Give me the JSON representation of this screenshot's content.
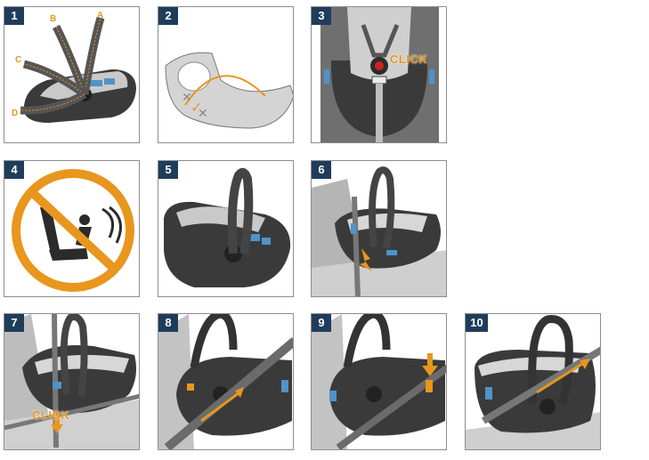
{
  "colors": {
    "badge": "#1f3d5b",
    "accent": "#e8961e",
    "seat_dark": "#3a3a3a",
    "seat_mid": "#707070",
    "seat_light": "#c9c9c9",
    "clip_blue": "#4f93c9",
    "border": "#8d8d8d"
  },
  "steps": [
    {
      "number": "1",
      "labels": [
        "A",
        "B",
        "C",
        "D"
      ]
    },
    {
      "number": "2"
    },
    {
      "number": "3",
      "callout": "CLICK"
    },
    {
      "number": "4",
      "icon": "prohibited-airbag-icon"
    },
    {
      "number": "5"
    },
    {
      "number": "6"
    },
    {
      "number": "7",
      "callout": "CLICK"
    },
    {
      "number": "8"
    },
    {
      "number": "9"
    },
    {
      "number": "10"
    }
  ]
}
